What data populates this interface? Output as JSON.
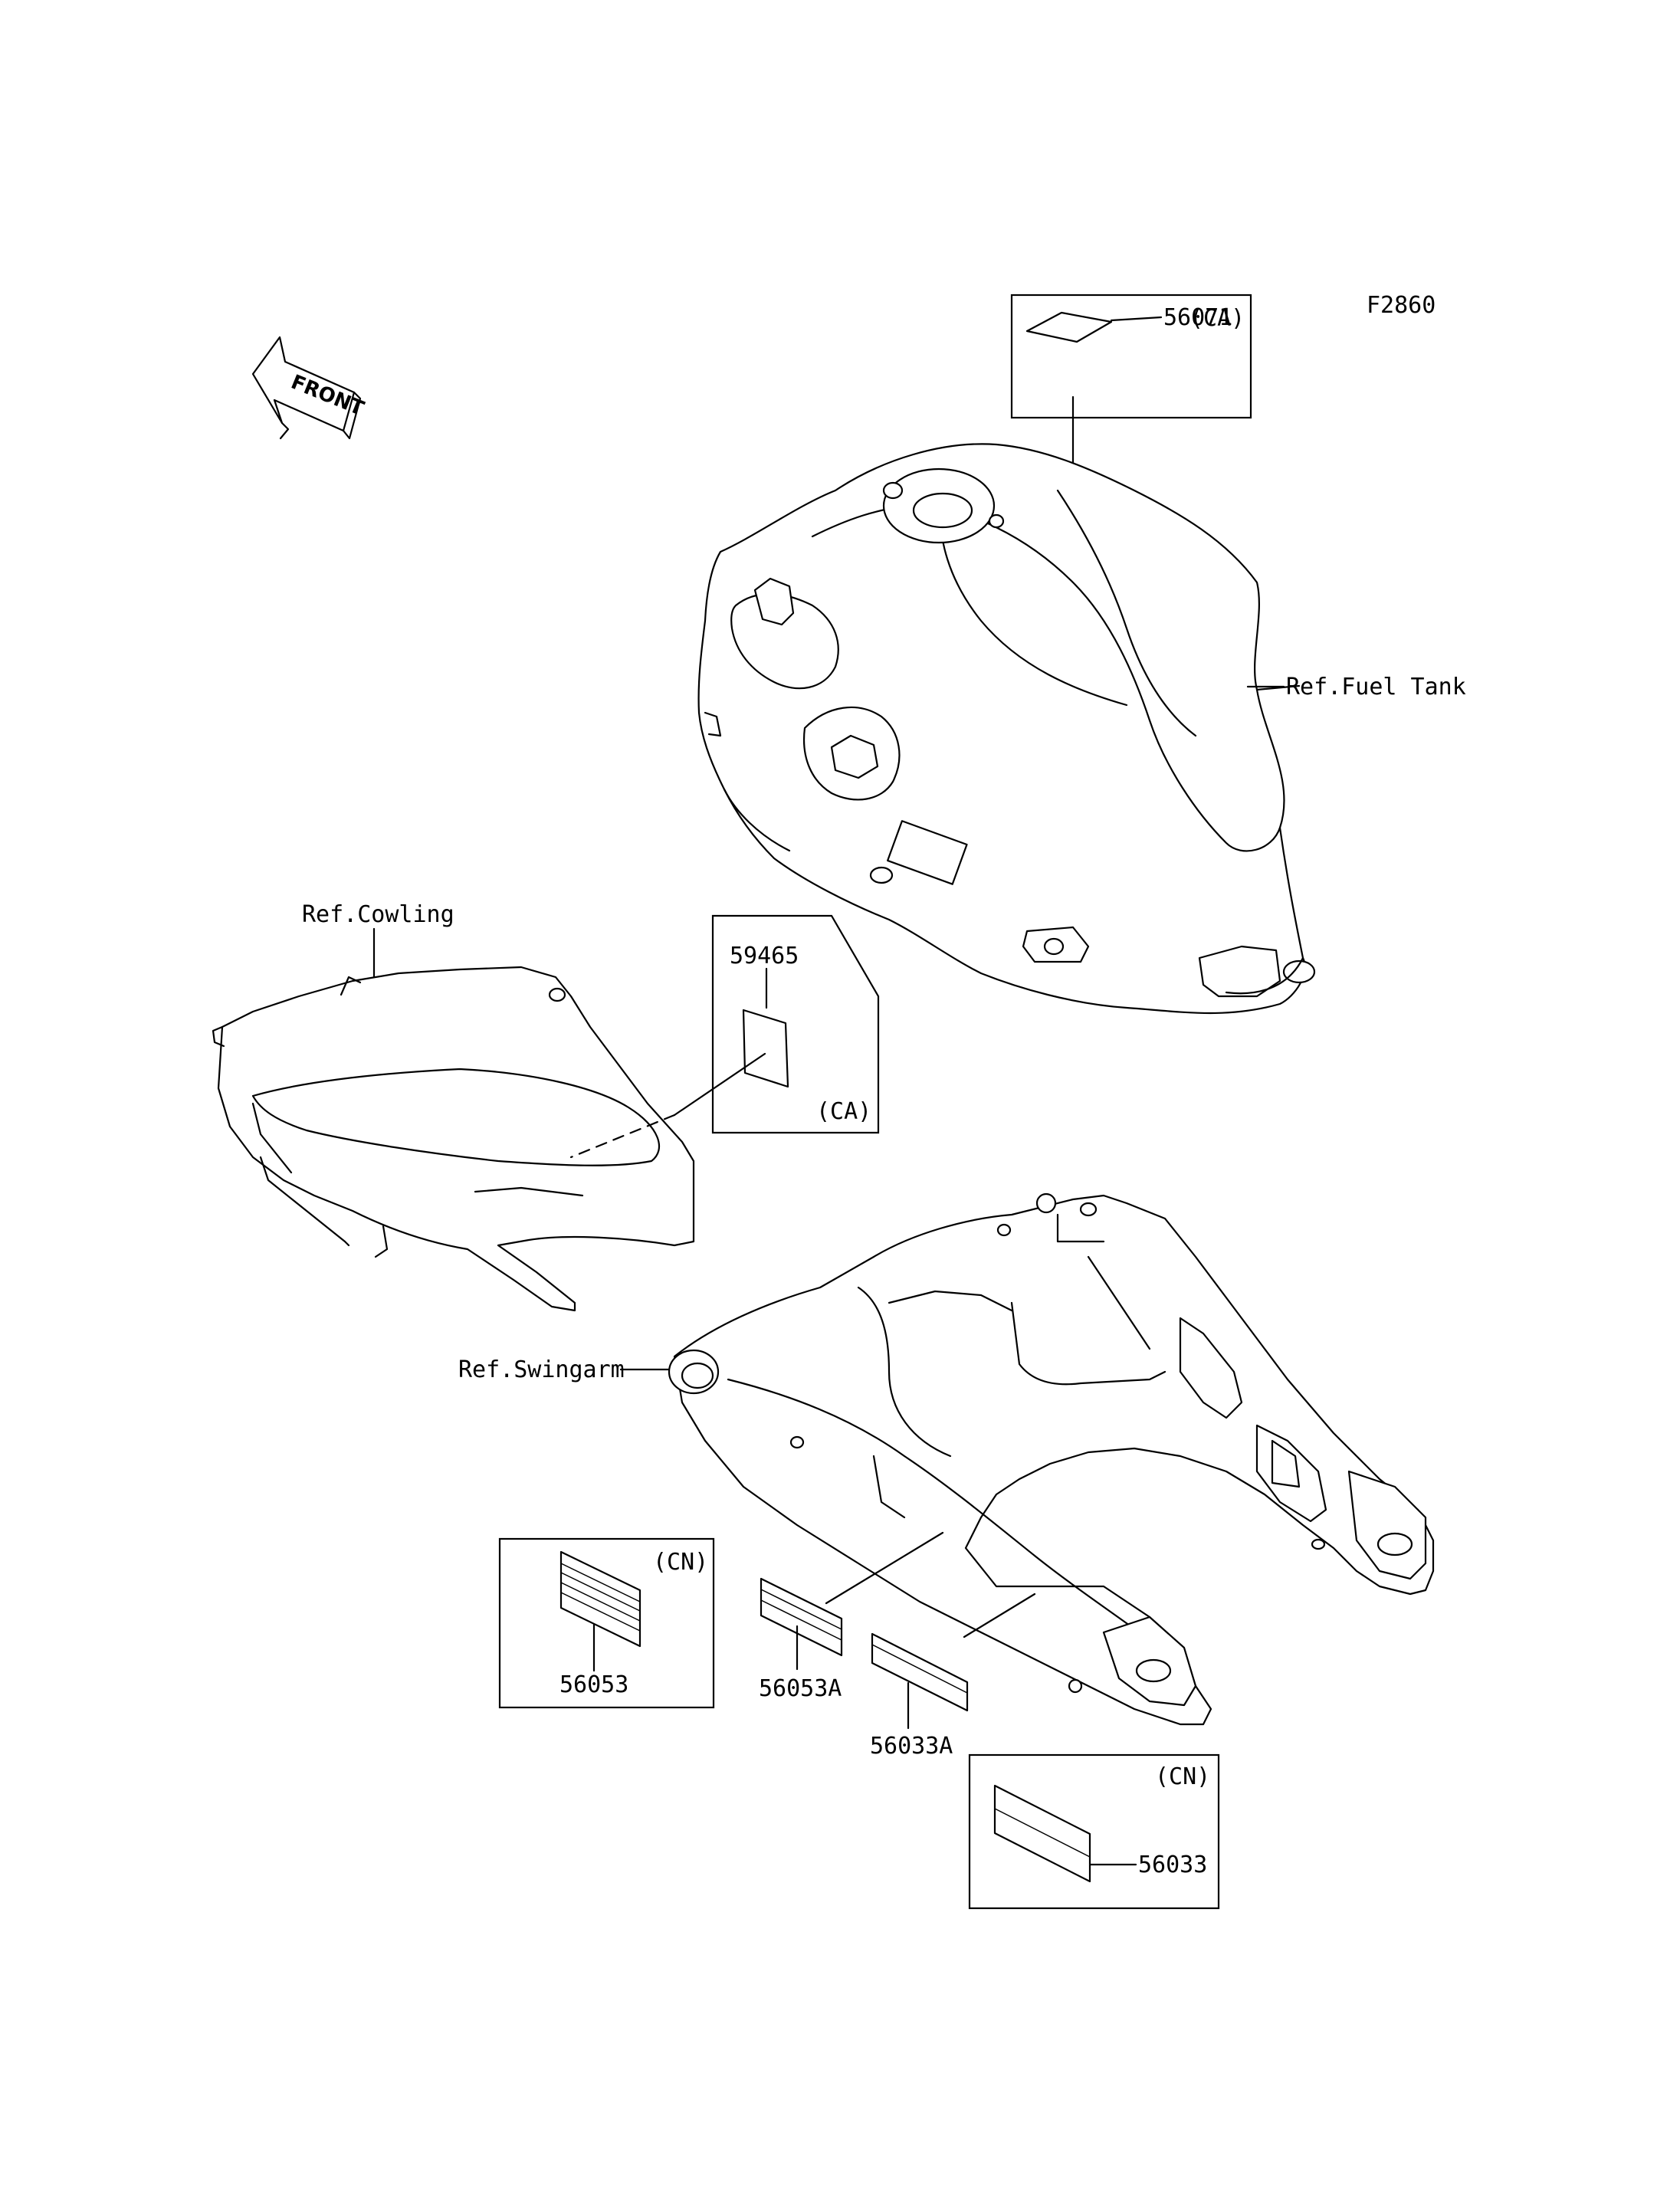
{
  "diagram": {
    "code": "F2860",
    "front_label": "FRONT",
    "references": {
      "fuel_tank": "Ref.Fuel Tank",
      "cowling": "Ref.Cowling",
      "swingarm": "Ref.Swingarm"
    },
    "parts": [
      {
        "number": "56071",
        "region": "(CA)"
      },
      {
        "number": "59465",
        "region": "(CA)"
      },
      {
        "number": "56053",
        "region": "(CN)"
      },
      {
        "number": "56053A",
        "region": ""
      },
      {
        "number": "56033A",
        "region": ""
      },
      {
        "number": "56033",
        "region": "(CN)"
      }
    ]
  }
}
